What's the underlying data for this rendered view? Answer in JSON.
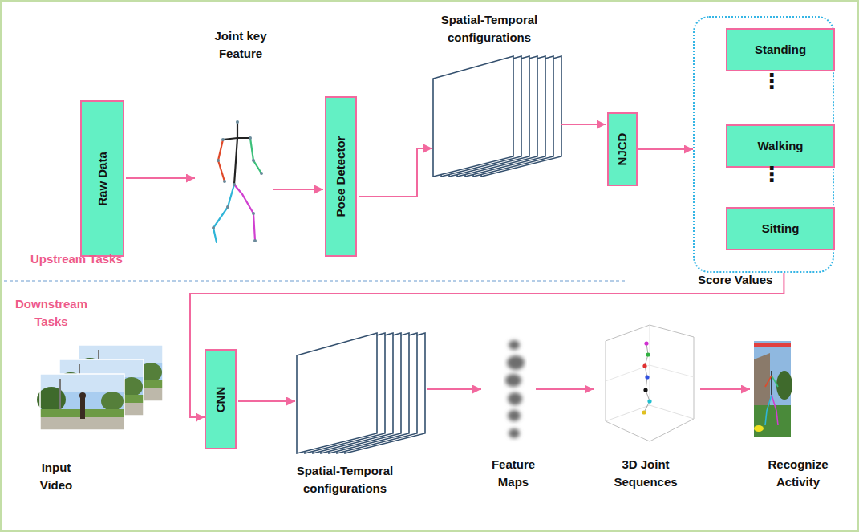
{
  "diagram": {
    "nodes": [
      {
        "text": [
          "Raw Data"
        ]
      },
      {
        "text": [
          "Pose Detector"
        ]
      },
      {
        "text": [
          "NJCD"
        ]
      },
      {
        "text": [
          "Score Values"
        ]
      },
      {
        "text": [
          "Standing"
        ],
        "in": 3
      },
      {
        "text": [
          "Walking"
        ],
        "in": 3
      },
      {
        "text": [
          "Sitting"
        ],
        "in": 3
      },
      {
        "text": [
          "CNN"
        ]
      }
    ],
    "edges": [
      {
        "from": 2,
        "to": 3,
        "arrow": "to"
      },
      {
        "from": 3,
        "to": 7,
        "arrow": "to"
      }
    ],
    "labels": [
      "Joint key Feature",
      "Spatial-Temporal configurations",
      "Upstream Tasks",
      "⋮",
      "⋮",
      "Downstream Tasks",
      "Input Video",
      "Spatial-Temporal configurations",
      "Feature Maps",
      "3D Joint Sequences",
      "Recognize Activity"
    ]
  }
}
